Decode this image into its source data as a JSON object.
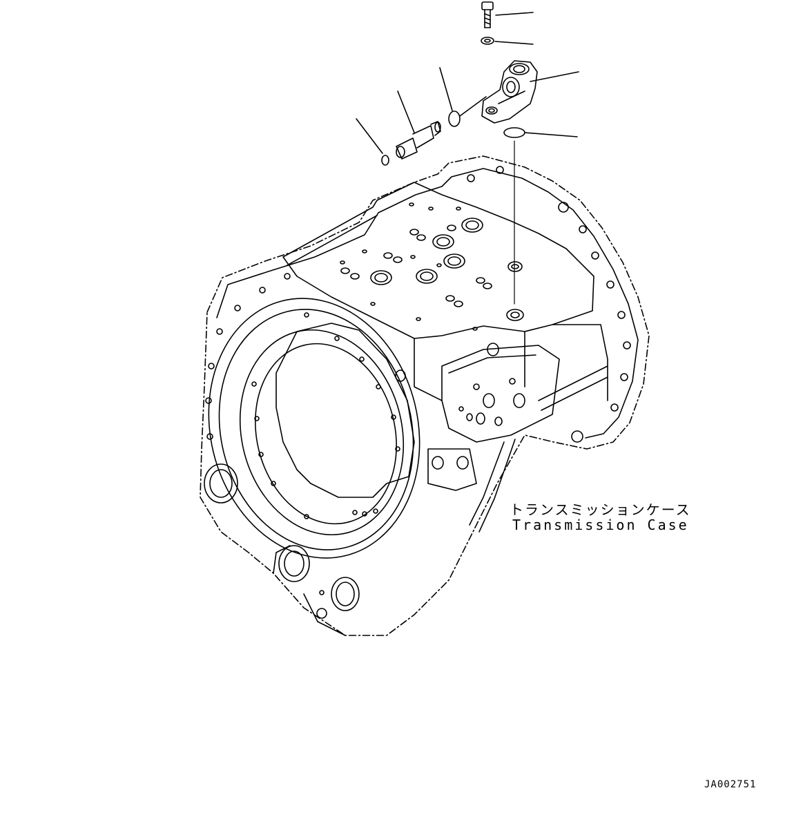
{
  "diagram": {
    "part_label_jp": "トランスミッションケース",
    "part_label_en": "Transmission Case",
    "drawing_code": "JA002751",
    "line_color": "#000000",
    "background_color": "#ffffff"
  }
}
